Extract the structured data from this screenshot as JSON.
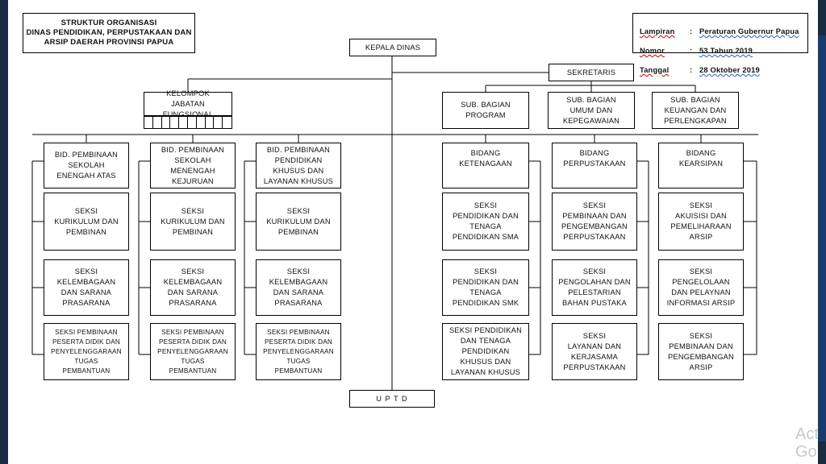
{
  "title": "STRUKTUR ORGANISASI\nDINAS PENDIDIKAN, PERPUSTAKAAN DAN\nARSIP DAERAH PROVINSI PAPUA",
  "lampiran": [
    {
      "label": "Lampiran",
      "sep": ":",
      "value": "Peraturan Gubernur Papua"
    },
    {
      "label": "Nomor",
      "sep": ":",
      "value": "53 Tahun 2019"
    },
    {
      "label": "Tanggal",
      "sep": ":",
      "value": "28 Oktober 2019"
    }
  ],
  "kepala_dinas": "KEPALA DINAS",
  "sekretaris": "SEKRETARIS",
  "kelompok_jabatan": "KELOMPOK\nJABATAN FUNGSIONAL",
  "sub_bagian": [
    "SUB. BAGIAN\nPROGRAM",
    "SUB. BAGIAN\nUMUM DAN\nKEPEGAWAIAN",
    "SUB. BAGIAN\nKEUANGAN DAN\nPERLENGKAPAN"
  ],
  "bidang": [
    {
      "name": "BID. PEMBINAAN\nSEKOLAH\nENENGAH ATAS",
      "seksi": [
        "SEKSI\nKURIKULUM DAN\nPEMBINAN",
        "SEKSI\nKELEMBAGAAN\nDAN SARANA\nPRASARANA",
        "SEKSI PEMBINAAN\nPESERTA DIDIK DAN\nPENYELENGGARAAN\nTUGAS\nPEMBANTUAN"
      ]
    },
    {
      "name": "BID. PEMBINAAN\nSEKOLAH\nMENENGAH\nKEJURUAN",
      "seksi": [
        "SEKSI\nKURIKULUM DAN\nPEMBINAN",
        "SEKSI\nKELEMBAGAAN\nDAN SARANA\nPRASARANA",
        "SEKSI PEMBINAAN\nPESERTA DIDIK DAN\nPENYELENGGARAAN\nTUGAS\nPEMBANTUAN"
      ]
    },
    {
      "name": "BID. PEMBINAAN\nPENDIDIKAN\nKHUSUS DAN\nLAYANAN KHUSUS",
      "seksi": [
        "SEKSI\nKURIKULUM DAN\nPEMBINAN",
        "SEKSI\nKELEMBAGAAN\nDAN SARANA\nPRASARANA",
        "SEKSI PEMBINAAN\nPESERTA DIDIK DAN\nPENYELENGGARAAN\nTUGAS\nPEMBANTUAN"
      ]
    },
    {
      "name": "BIDANG\nKETENAGAAN",
      "seksi": [
        "SEKSI\nPENDIDIKAN DAN\nTENAGA\nPENDIDIKAN SMA",
        "SEKSI\nPENDIDIKAN DAN\nTENAGA\nPENDIDIKAN SMK",
        "SEKSI PENDIDIKAN\nDAN TENAGA\nPENDIDIKAN\nKHUSUS DAN\nLAYANAN KHUSUS"
      ]
    },
    {
      "name": "BIDANG\nPERPUSTAKAAN",
      "seksi": [
        "SEKSI\nPEMBINAAN DAN\nPENGEMBANGAN\nPERPUSTAKAAN",
        "SEKSI\nPENGOLAHAN DAN\nPELESTARIAN\nBAHAN PUSTAKA",
        "SEKSI\nLAYANAN DAN\nKERJASAMA\nPERPUSTAKAAN"
      ]
    },
    {
      "name": "BIDANG\nKEARSIPAN",
      "seksi": [
        "SEKSI\nAKUISISI DAN\nPEMELIHARAAN\nARSIP",
        "SEKSI\nPENGELOLAAN\nDAN PELAYNAN\nINFORMASI ARSIP",
        "SEKSI\nPEMBINAAN DAN\nPENGEMBANGAN\nARSIP"
      ]
    }
  ],
  "uptd": "U P T D",
  "watermark": "Act\nGo t",
  "colors": {
    "background": "#ffffff",
    "line": "#000000",
    "frame": "#1a2a40"
  }
}
